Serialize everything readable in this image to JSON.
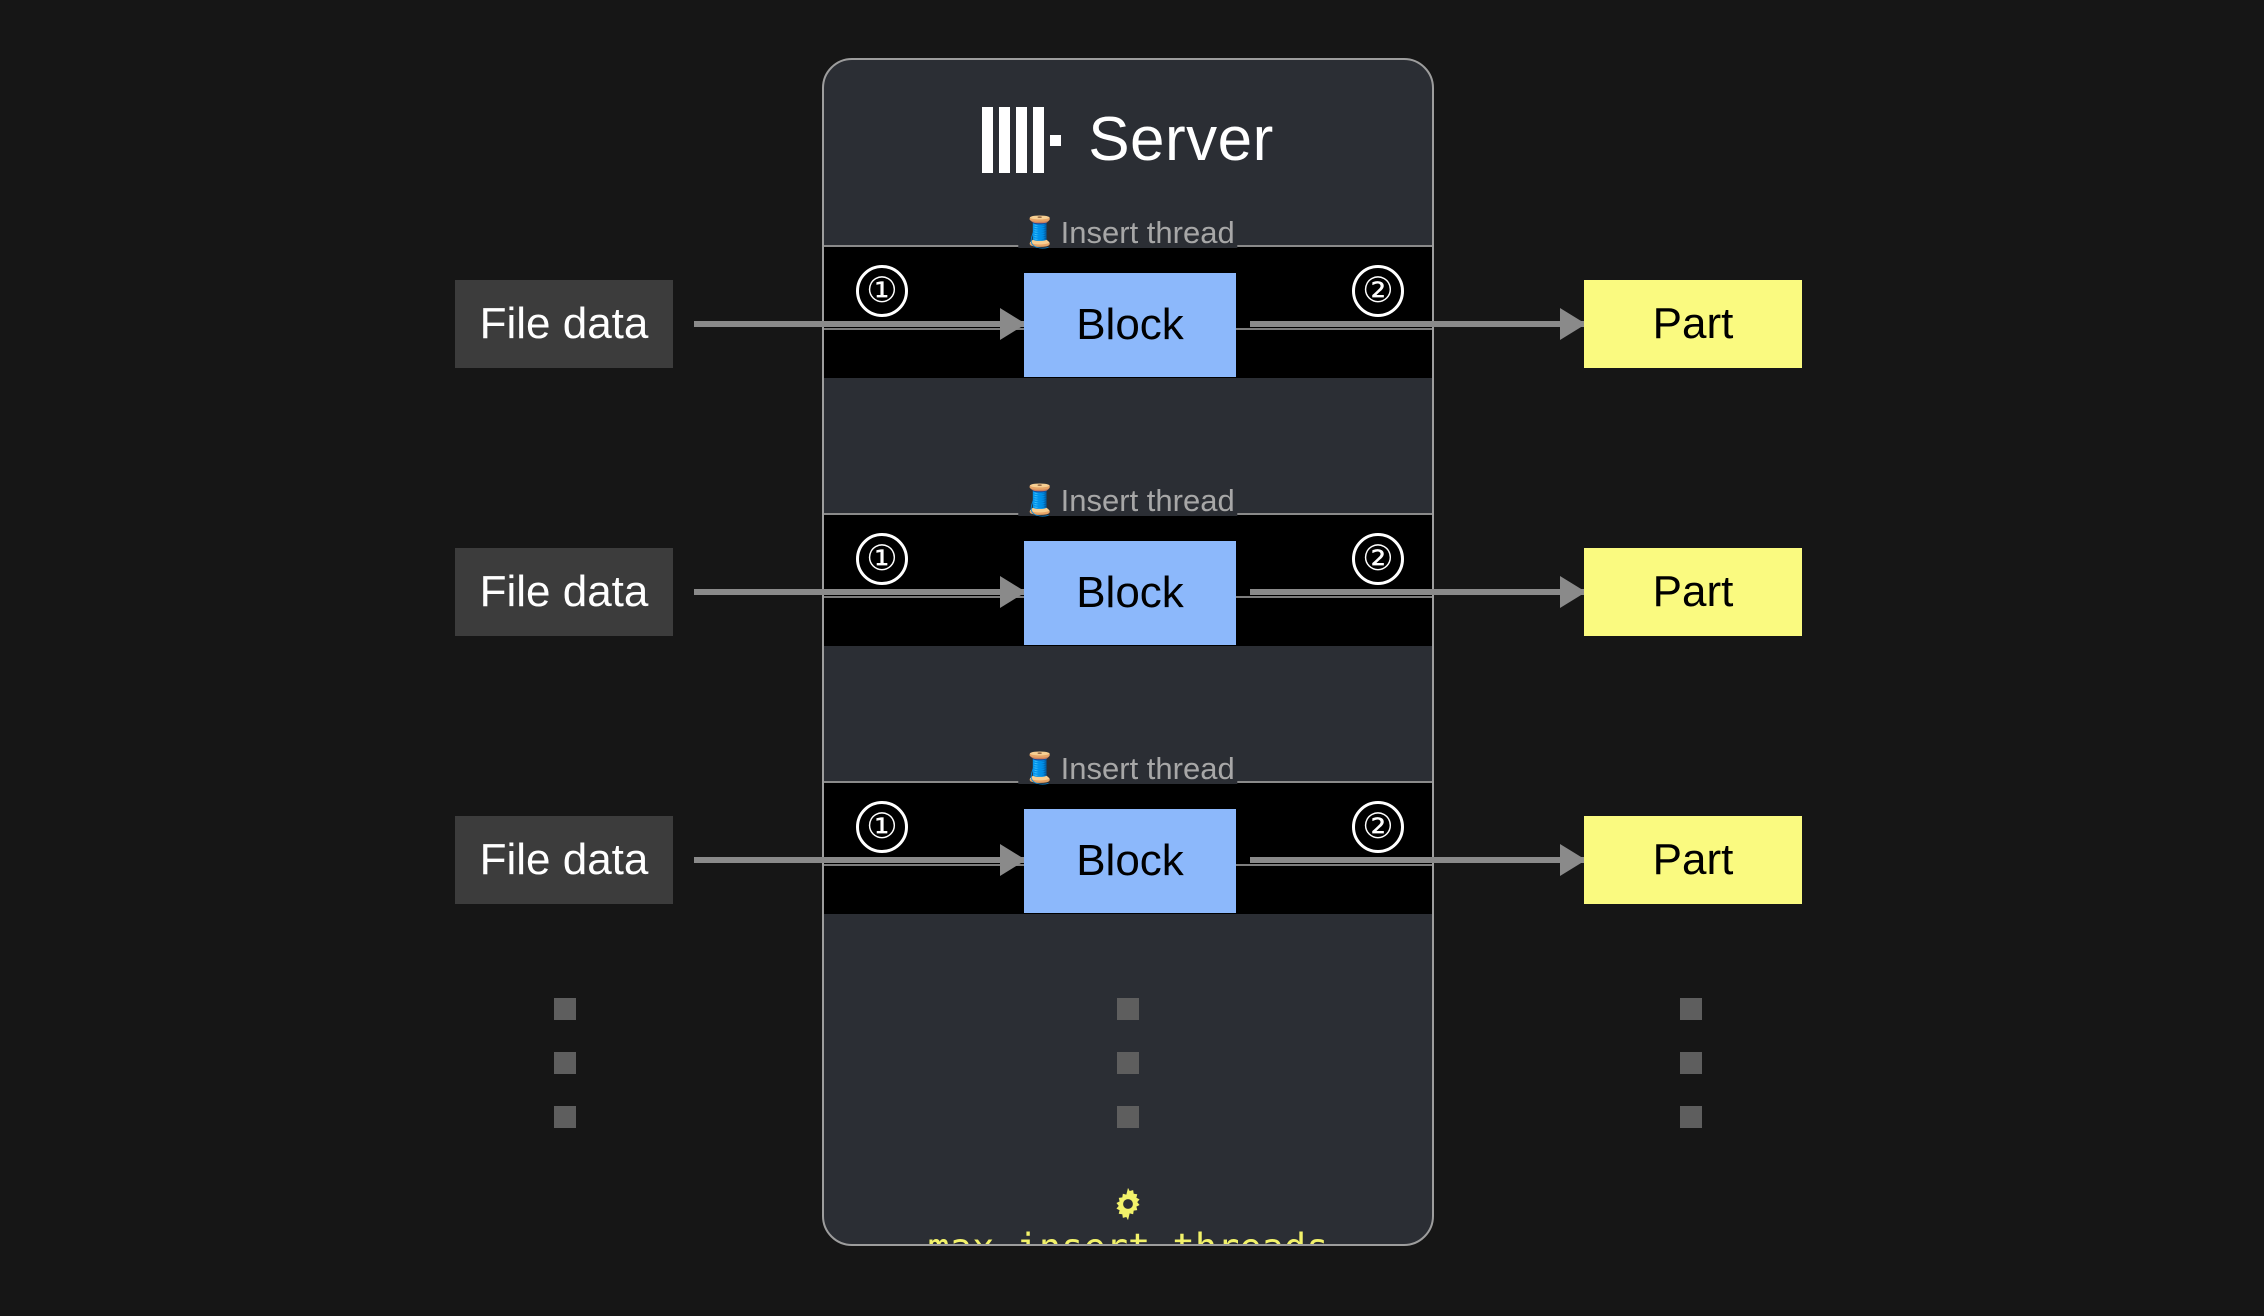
{
  "page": {
    "background_color": "#161616",
    "title": "ClickHouse Server parallel insert threads diagram"
  },
  "server_card": {
    "title": "Server",
    "logo_icon": "clickhouse-logo-icon",
    "border_color": "#9d9d9d",
    "background_color": "#2b2e34"
  },
  "rows": [
    {
      "input_label": "File data",
      "thread_label": "Insert thread",
      "thread_icon": "thread-spool-icon",
      "thread_emoji": "🧵",
      "step_in": "①",
      "step_out": "②",
      "block_label": "Block",
      "output_label": "Part"
    },
    {
      "input_label": "File data",
      "thread_label": "Insert thread",
      "thread_icon": "thread-spool-icon",
      "thread_emoji": "🧵",
      "step_in": "①",
      "step_out": "②",
      "block_label": "Block",
      "output_label": "Part"
    },
    {
      "input_label": "File data",
      "thread_label": "Insert thread",
      "thread_icon": "thread-spool-icon",
      "thread_emoji": "🧵",
      "step_in": "①",
      "step_out": "②",
      "block_label": "Block",
      "output_label": "Part"
    }
  ],
  "ellipsis": {
    "dot_count": 3,
    "dot_color": "#5e5e5e",
    "columns": [
      "left",
      "center",
      "right"
    ]
  },
  "setting": {
    "icon": "gear-icon",
    "name": "max_insert_threads",
    "color": "#f2f26a"
  },
  "colors": {
    "page_background": "#161616",
    "card_background": "#2b2e34",
    "card_border": "#9d9d9d",
    "band_background": "#000000",
    "band_rule": "#8a8a8a",
    "block_fill": "#8cb8fb",
    "block_text": "#000000",
    "file_data_fill": "#3c3c3c",
    "file_data_text": "#ffffff",
    "part_fill": "#fafa80",
    "part_text": "#000000",
    "arrow": "#8a8a8a",
    "thread_label_text": "#a7a7a7",
    "title_text": "#ffffff",
    "setting_yellow": "#f2f26a"
  }
}
